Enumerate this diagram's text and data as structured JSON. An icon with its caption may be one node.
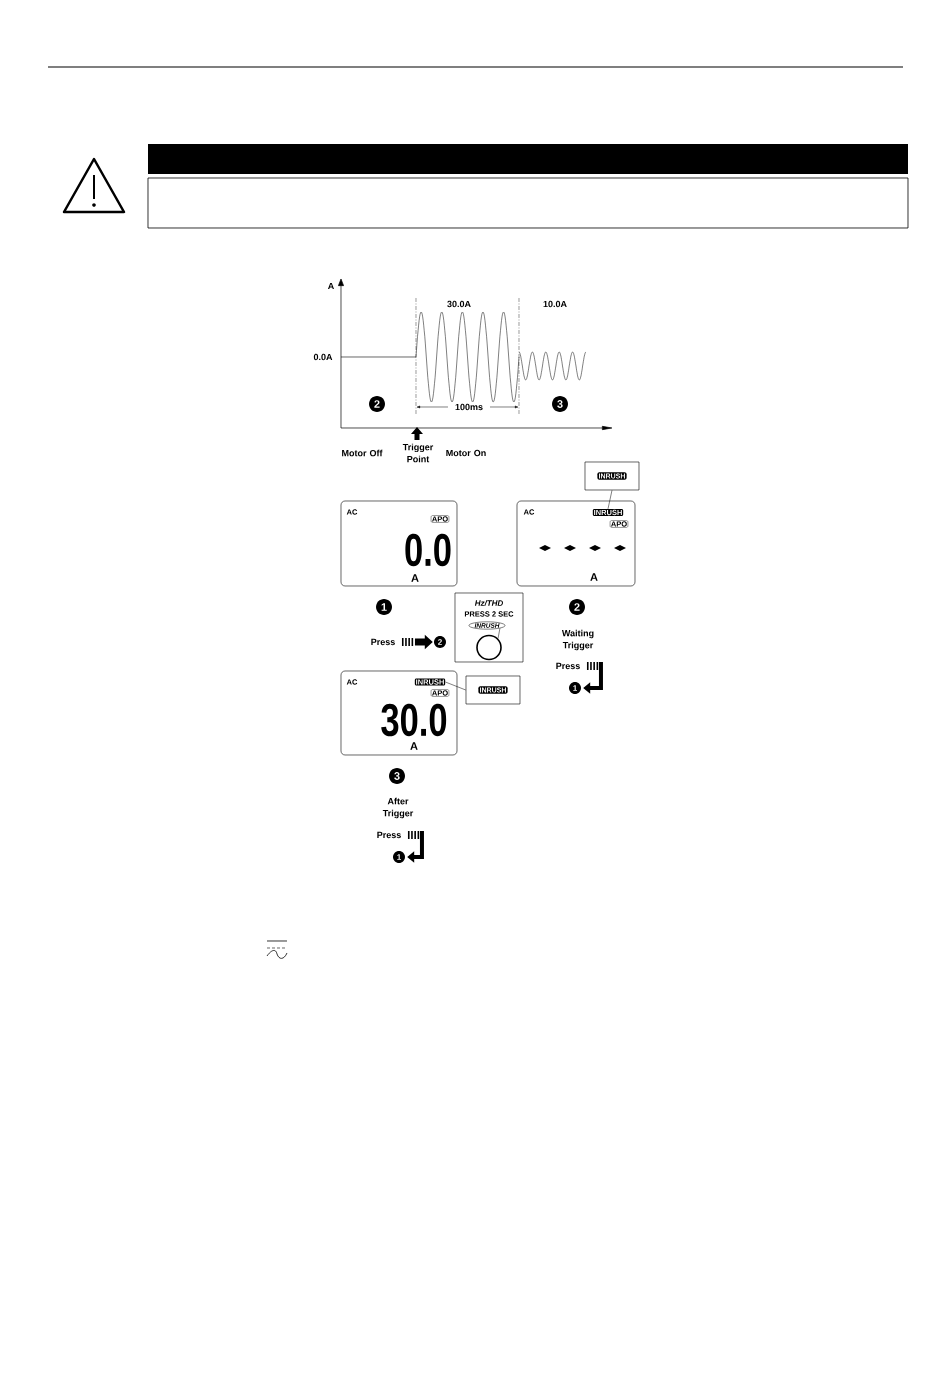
{
  "diagram": {
    "nodes": [
      {
        "text": [
          "AC",
          "APO",
          "0.0",
          "A"
        ]
      },
      {
        "text": [
          "AC",
          "APO",
          "A"
        ]
      },
      {
        "text": [
          "INRUSH"
        ],
        "in": 1
      },
      {
        "text": [
          "INRUSH"
        ]
      },
      {
        "text": [
          "AC",
          "APO",
          "30.0",
          "A"
        ]
      },
      {
        "text": [
          "INRUSH"
        ],
        "in": 4
      },
      {
        "text": [
          "INRUSH"
        ]
      },
      {
        "text": [
          "Hz/THD",
          "PRESS 2 SEC"
        ]
      },
      {
        "text": [
          "INRUSH"
        ],
        "in": 7
      },
      {
        "text": [],
        "shape": "circle",
        "in": 7
      },
      {
        "text": [
          "Press"
        ]
      },
      {
        "text": [
          "2"
        ]
      },
      {
        "text": [
          "Press"
        ]
      },
      {
        "text": [
          "1"
        ]
      },
      {
        "text": [
          "Press"
        ]
      },
      {
        "text": [
          "1"
        ]
      }
    ],
    "edges": [
      {
        "from": 3,
        "to": 2,
        "arrow": "none"
      },
      {
        "from": 6,
        "to": 5,
        "arrow": "none"
      },
      {
        "from": 8,
        "to": 9,
        "arrow": "none"
      },
      {
        "from": 10,
        "to": 11,
        "arrow": "to",
        "style": "thick"
      },
      {
        "from": 12,
        "to": 13,
        "arrow": "to",
        "style": "thick"
      },
      {
        "from": 14,
        "to": 15,
        "arrow": "to",
        "style": "thick"
      }
    ],
    "labels": [
      "A",
      "0.0A",
      "30.0A",
      "10.0A",
      "2",
      "100ms",
      "3",
      "Motor Off",
      "Trigger Point",
      "Motor On",
      "1",
      "2",
      "Waiting Trigger",
      "3",
      "After Trigger"
    ]
  }
}
